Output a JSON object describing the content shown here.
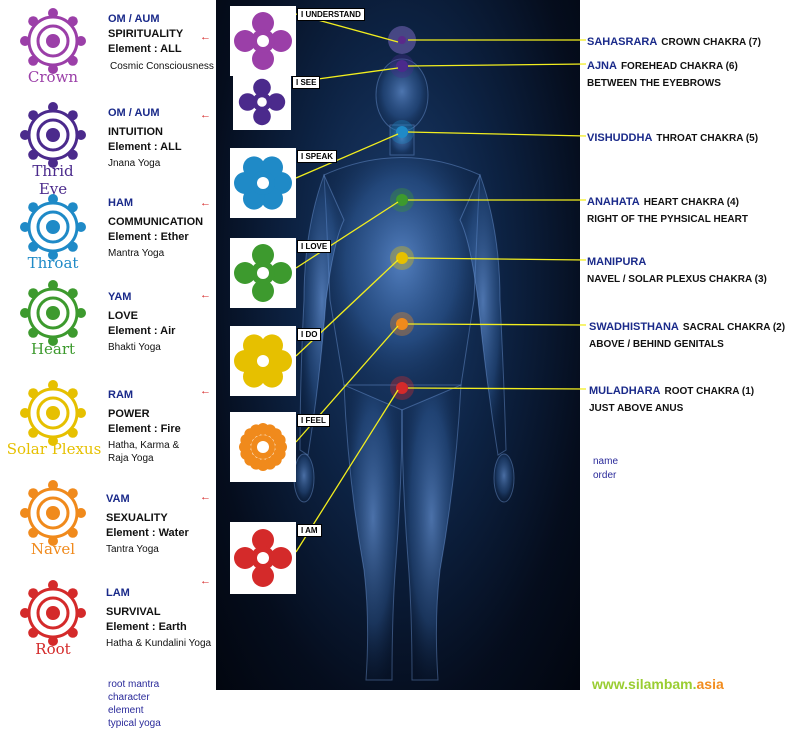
{
  "chakras": [
    {
      "script": "Crown",
      "mantra": "OM / AUM",
      "character": "SPIRITUALITY",
      "element": "Element : ALL",
      "yoga": "Cosmic Consciousness",
      "symbol_label": "I UNDERSTAND",
      "sanskrit": "SAHASRARA",
      "english": "CROWN CHAKRA (7)",
      "extra": "",
      "color": "#9b3fa8"
    },
    {
      "script": "Thrid Eye",
      "mantra": "OM / AUM",
      "character": "INTUITION",
      "element": "Element : ALL",
      "yoga": "Jnana Yoga",
      "symbol_label": "I SEE",
      "sanskrit": "AJNA",
      "english": "FOREHEAD CHAKRA (6)",
      "extra": "BETWEEN THE EYEBROWS",
      "color": "#4b2a8c"
    },
    {
      "script": "Throat",
      "mantra": "HAM",
      "character": "COMMUNICATION",
      "element": "Element : Ether",
      "yoga": "Mantra Yoga",
      "symbol_label": "I SPEAK",
      "sanskrit": "VISHUDDHA",
      "english": "THROAT CHAKRA (5)",
      "extra": "",
      "color": "#1f8ac7"
    },
    {
      "script": "Heart",
      "mantra": "YAM",
      "character": "LOVE",
      "element": "Element : Air",
      "yoga": "Bhakti Yoga",
      "symbol_label": "I LOVE",
      "sanskrit": "ANAHATA",
      "english": "HEART CHAKRA (4)",
      "extra": "RIGHT OF THE PYHSICAL HEART",
      "color": "#3d9a2e"
    },
    {
      "script": "Solar Plexus",
      "mantra": "RAM",
      "character": "POWER",
      "element": "Element : Fire",
      "yoga": "Hatha, Karma & Raja Yoga",
      "symbol_label": "I DO",
      "sanskrit": "MANIPURA",
      "english": "",
      "extra": "NAVEL / SOLAR PLEXUS CHAKRA (3)",
      "color": "#e6c000"
    },
    {
      "script": "Navel",
      "mantra": "VAM",
      "character": "SEXUALITY",
      "element": "Element : Water",
      "yoga": "Tantra Yoga",
      "symbol_label": "I FEEL",
      "sanskrit": "SWADHISTHANA",
      "english": "SACRAL CHAKRA (2)",
      "extra": "ABOVE / BEHIND GENITALS",
      "color": "#f08a1c"
    },
    {
      "script": "Root",
      "mantra": "LAM",
      "character": "SURVIVAL",
      "element": "Element : Earth",
      "yoga": "Hatha & Kundalini Yoga",
      "symbol_label": "I AM",
      "sanskrit": "MULADHARA",
      "english": "ROOT CHAKRA (1)",
      "extra": "JUST ABOVE ANUS",
      "color": "#d42a2a"
    }
  ],
  "legend_left": [
    "root mantra",
    "character",
    "element",
    "typical yoga"
  ],
  "legend_right": [
    "name",
    "order"
  ],
  "arrow_glyph": "←",
  "watermark": {
    "part1": "www.silambam.",
    "part2": "asia"
  },
  "colors": {
    "connector": "#f2ee1e",
    "glow_crown": "#b58cff",
    "glow_heart": "#3cff3c",
    "glow_root": "#ff3020",
    "figure_body": "#3a6cb0",
    "mantra_text": "#1a2a8a",
    "watermark_green": "#9acd32",
    "watermark_orange": "#f28c1e"
  },
  "icons": {
    "left_column": "chakra-emblem-icon",
    "middle_column": "chakra-symbol-icon",
    "figure": "human-figure-icon"
  }
}
